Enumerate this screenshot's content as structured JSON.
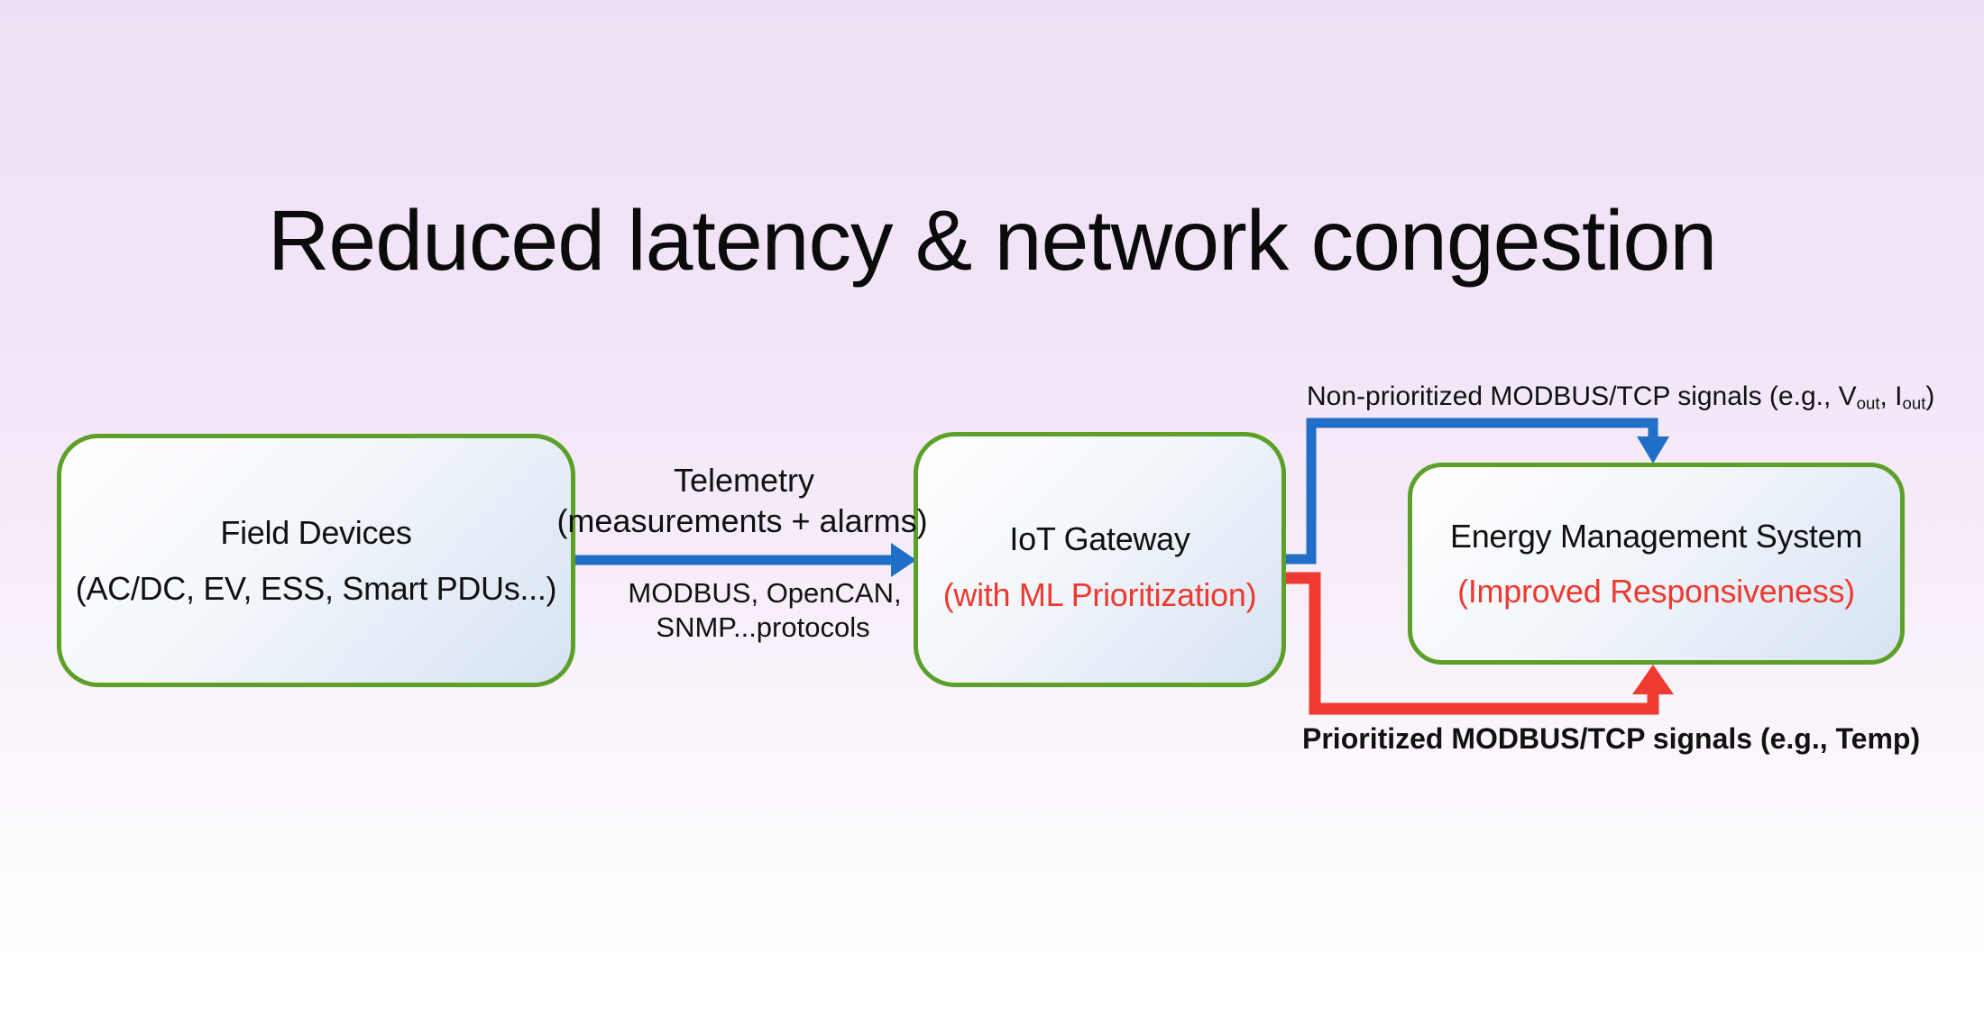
{
  "title": "Reduced latency & network congestion",
  "boxes": {
    "field_devices": {
      "line1": "Field Devices",
      "line2": "(AC/DC, EV, ESS, Smart PDUs...)"
    },
    "iot_gateway": {
      "line1": "IoT Gateway",
      "line2": "(with ML Prioritization)"
    },
    "ems": {
      "line1": "Energy Management System",
      "line2": "(Improved Responsiveness)"
    }
  },
  "labels": {
    "telemetry": {
      "line1": "Telemetry",
      "line2": "(measurements + alarms)"
    },
    "protocols": {
      "line1": "MODBUS, OpenCAN,",
      "line2": "SNMP...protocols"
    },
    "non_prioritized": {
      "prefix": "Non-prioritized MODBUS/TCP signals (e.g., V",
      "sub1": "out",
      "mid": ", I",
      "sub2": "out",
      "suffix": ")"
    },
    "prioritized": "Prioritized MODBUS/TCP signals (e.g., Temp)"
  },
  "colors": {
    "arrow_blue": "#1f6fc8",
    "arrow_red": "#ee3a30",
    "box_border_green": "#5da028",
    "accent_red_text": "#ed3a30"
  }
}
